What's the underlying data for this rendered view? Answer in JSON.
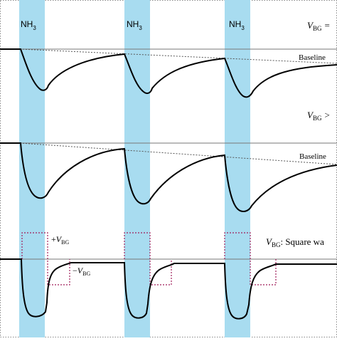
{
  "figure": {
    "gas_label": "NH",
    "gas_subscript": "3",
    "baseline_label": "Baseline",
    "vbg_symbol": "V",
    "vbg_subscript": "BG",
    "panel1_relation": "=",
    "panel2_relation": ">",
    "panel3_suffix": ": Square wa",
    "plus_vbg_prefix": "+",
    "minus_vbg_prefix": "−"
  },
  "colors": {
    "exposure_band": "#a8dcf0",
    "curve": "#000000",
    "baseline": "#555555",
    "square_wave": "#a01e5a"
  }
}
